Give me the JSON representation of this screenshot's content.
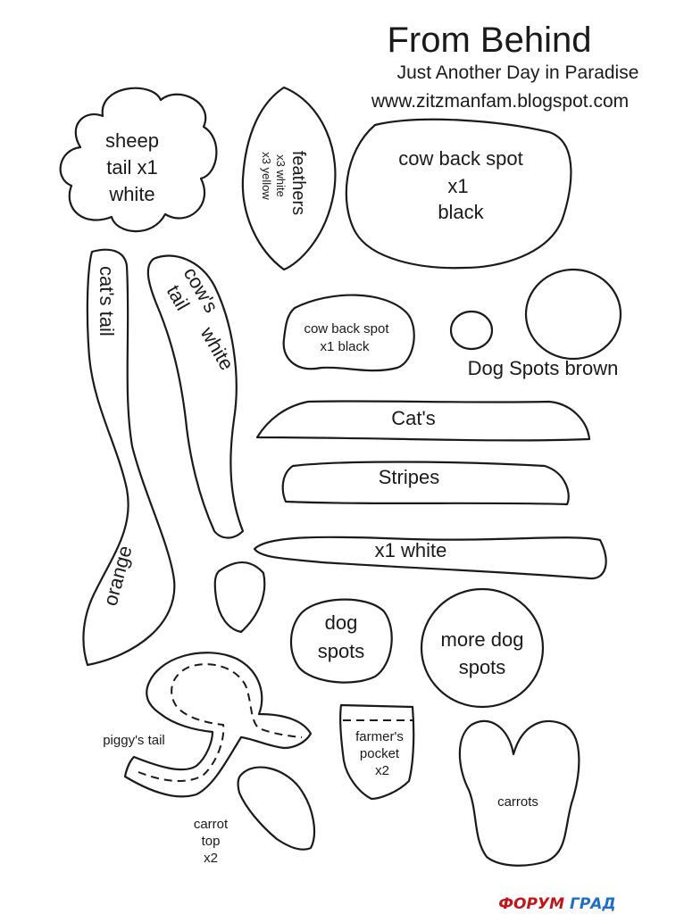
{
  "header": {
    "title": "From Behind",
    "subtitle": "Just Another Day in Paradise",
    "url": "www.zitzmanfam.blogspot.com"
  },
  "pieces": {
    "sheep_tail": [
      "sheep",
      "tail  x1",
      "white"
    ],
    "feathers": [
      "feathers",
      "x3 white",
      "x3 yellow"
    ],
    "cow_back_spot_large": [
      "cow back spot",
      "x1",
      "black"
    ],
    "cats_tail": [
      "cat's tail",
      "orange"
    ],
    "cows_tail": [
      "cow's",
      "tail",
      "white"
    ],
    "cow_back_spot_small": [
      "cow back spot",
      "x1 black"
    ],
    "dog_spots_brown": "Dog Spots brown",
    "stripe_1": "Cat's",
    "stripe_2": "Stripes",
    "stripe_3": "x1 white",
    "dog_spots": [
      "dog",
      "spots"
    ],
    "more_dog_spots": [
      "more dog",
      "spots"
    ],
    "piggys_tail": "piggy's tail",
    "farmers_pocket": [
      "farmer's",
      "pocket",
      "x2"
    ],
    "carrots": "carrots",
    "carrot_top": [
      "carrot",
      "top",
      "x2"
    ]
  },
  "watermark": {
    "left": "ФОРУМ",
    "right": "ГРАД",
    "left_color": "#c0161b",
    "right_color": "#1f6fc4"
  }
}
